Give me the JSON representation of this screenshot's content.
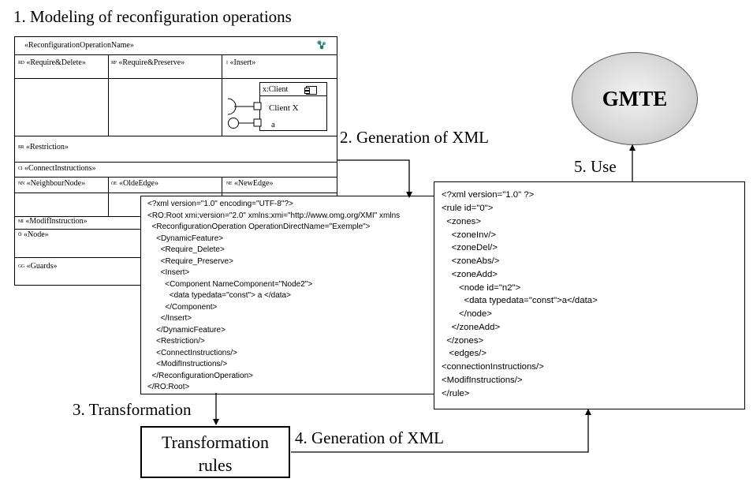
{
  "steps": {
    "s1": "1. Modeling of reconfiguration operations",
    "s2": "2. Generation of XML",
    "s3": "3. Transformation",
    "s4": "4. Generation of XML",
    "s5": "5. Use"
  },
  "model": {
    "title": "«ReconfigurationOperationName»",
    "require_delete": "«Require&Delete»",
    "require_preserve": "«Require&Preserve»",
    "insert": "«Insert»",
    "component_name": "x:Client",
    "client_label": "Client X",
    "port_a": "a",
    "restriction": "«Restriction»",
    "connect_instructions": "«ConnectInstructions»",
    "neighbour_node": "«NeighbourNode»",
    "olde_edge": "«OldeEdge»",
    "new_edge": "«NewEdge»",
    "modif_instruction": "«ModifInstruction»",
    "node": "«Node»",
    "guards": "«Guards»",
    "icons": {
      "require_delete": "RD",
      "require_preserve": "RP",
      "insert": "I",
      "restriction": "RR",
      "connect": "CI",
      "neighbour": "NN",
      "olde": "OE",
      "new": "NE",
      "modif": "MI",
      "node": "o",
      "guards": "GG"
    }
  },
  "xml1": [
    "<?xml version=\"1.0\" encoding=\"UTF-8\"?>",
    "<RO:Root xmi:version=\"2.0\" xmlns:xmi=\"http://www.omg.org/XMI\" xmlns",
    "  <ReconfigurationOperation OperationDirectName=\"Exemple\">",
    "    <DynamicFeature>",
    "      <Require_Delete>",
    "      <Require_Preserve>",
    "      <Insert>",
    "        <Component NameComponent=\"Node2\">",
    "          <data typedata=\"const\"> a </data>",
    "        </Component>",
    "      </Insert>",
    "    </DynamicFeature>",
    "    <Restriction/>",
    "    <ConnectInstructions/>",
    "    <ModifInstructions/>",
    "  </ReconfigurationOperation>",
    "</RO:Root>"
  ],
  "xml2": [
    "<?xml version=\"1.0\" ?>",
    "<rule id=\"0\">",
    "  <zones>",
    "    <zoneInv/>",
    "    <zoneDel/>",
    "    <zoneAbs/>",
    "    <zoneAdd>",
    "       <node id=\"n2\">",
    "         <data typedata=\"const\">a</data>",
    "       </node>",
    "    </zoneAdd>",
    "  </zones>",
    "   <edges/>",
    "<connectionInstructions/>",
    "<ModifInstructions/>",
    "</rule>"
  ],
  "gmte": "GMTE",
  "transformation_rules": {
    "line1": "Transformation",
    "line2": "rules"
  }
}
